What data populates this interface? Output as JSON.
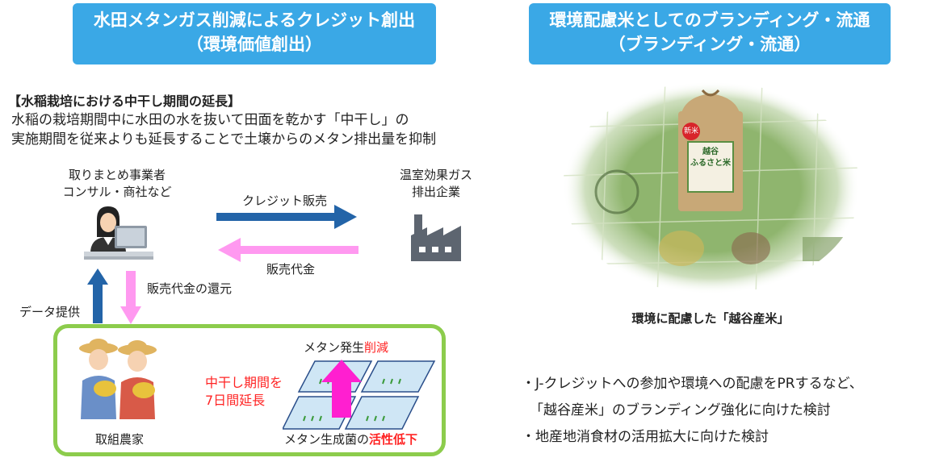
{
  "left": {
    "header": {
      "line1": "水田メタンガス削減によるクレジット創出",
      "line2": "（環境価値創出）"
    },
    "section_title": "【水稲栽培における中干し期間の延長】",
    "description": {
      "line1": "水稲の栽培期間中に水田の水を抜いて田面を乾かす「中干し」の",
      "line2": "実施期間を従来よりも延長することで土壌からのメタン排出量を抑制"
    },
    "aggregator": {
      "line1": "取りまとめ事業者",
      "line2": "コンサル・商社など"
    },
    "emitter": {
      "line1": "温室効果ガス",
      "line2": "排出企業"
    },
    "credit_sale": "クレジット販売",
    "sales_payment": "販売代金",
    "payment_return": "販売代金の還元",
    "data_provision": "データ提供",
    "farmers_label": "取組農家",
    "drying": {
      "line1": "中干し期間を",
      "line2": "7日間延長"
    },
    "methane_gen": {
      "prefix": "メタン発生",
      "highlight": "削減"
    },
    "methanogen": {
      "prefix": "メタン生成菌の",
      "highlight": "活性低下"
    },
    "colors": {
      "header": "#3aa8e6",
      "blue_arrow": "#2364a8",
      "pink_arrow": "#ff99f0",
      "green_frame": "#8ccc4c",
      "magenta_arrow": "#ff1fd0",
      "red_text": "#ff2424"
    }
  },
  "right": {
    "header": {
      "line1": "環境配慮米としてのブランディング・流通",
      "line2": "（ブランディング・流通）"
    },
    "rice_bag": {
      "tag": "新米",
      "line1": "越谷",
      "line2": "ふるさと米"
    },
    "photo_caption": "環境に配慮した「越谷産米」",
    "bullets": [
      "・J-クレジットへの参加や環境への配慮をPRするなど、",
      "「越谷産米」のブランディング強化に向けた検討",
      "・地産地消食材の活用拡大に向けた検討"
    ]
  }
}
